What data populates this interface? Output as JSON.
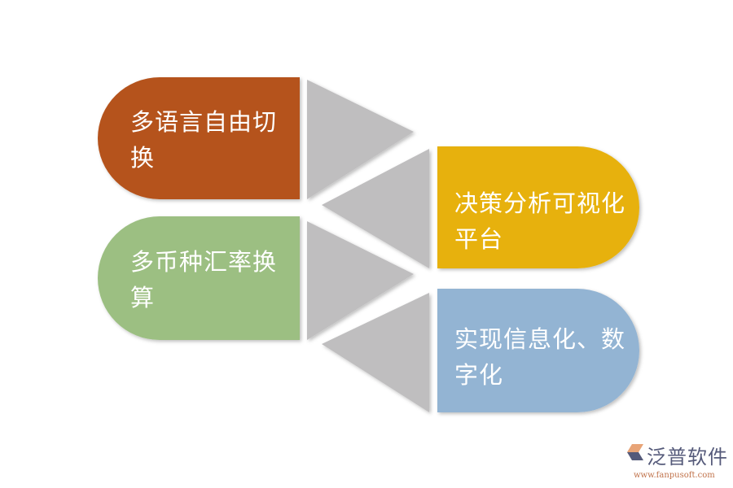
{
  "items": [
    {
      "label": "多语言自由切换",
      "color": "#b5531b"
    },
    {
      "label": "多币种汇率换算",
      "color": "#9cbf82"
    },
    {
      "label": "决策分析可视化平台",
      "color": "#e7b10b"
    },
    {
      "label": "实现信息化、数字化",
      "color": "#93b4d3"
    }
  ],
  "arrow_color": "#bfbebf",
  "logo": {
    "name": "泛普软件",
    "url": "www.fanpusoft.com"
  }
}
